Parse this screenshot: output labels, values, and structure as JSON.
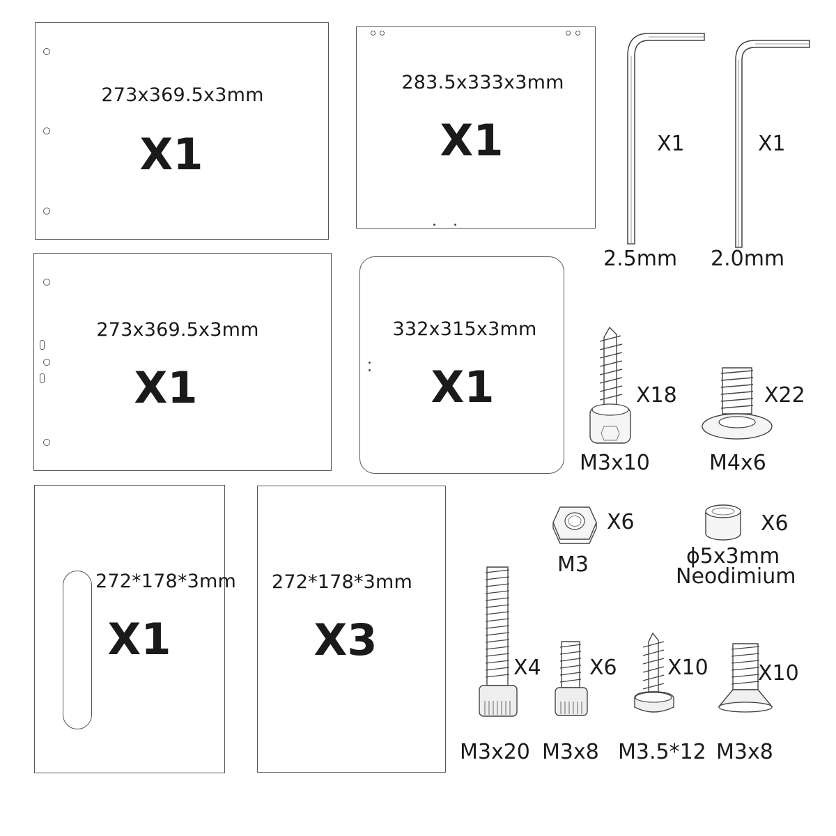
{
  "panels": [
    {
      "dimension": "273x369.5x3mm",
      "quantity": "X1"
    },
    {
      "dimension": "283.5x333x3mm",
      "quantity": "X1"
    },
    {
      "dimension": "273x369.5x3mm",
      "quantity": "X1"
    },
    {
      "dimension": "332x315x3mm",
      "quantity": "X1"
    },
    {
      "dimension": "272*178*3mm",
      "quantity": "X1"
    },
    {
      "dimension": "272*178*3mm",
      "quantity": "X3"
    }
  ],
  "hex_keys": [
    {
      "size": "2.5mm",
      "quantity": "X1"
    },
    {
      "size": "2.0mm",
      "quantity": "X1"
    }
  ],
  "hardware": {
    "self_tapping_m3x10": {
      "label": "M3x10",
      "quantity": "X18"
    },
    "flange_m4x6": {
      "label": "M4x6",
      "quantity": "X22"
    },
    "nut_m3": {
      "label": "M3",
      "quantity": "X6"
    },
    "magnet": {
      "label_line1": "ϕ5x3mm",
      "label_line2": "Neodimium",
      "quantity": "X6"
    },
    "socket_m3x20": {
      "label": "M3x20",
      "quantity": "X4"
    },
    "socket_m3x8": {
      "label": "M3x8",
      "quantity": "X6"
    },
    "self_tapping_m35x12": {
      "label": "M3.5*12",
      "quantity": "X10"
    },
    "countersunk_m3x8": {
      "label": "M3x8",
      "quantity": "X10"
    }
  }
}
